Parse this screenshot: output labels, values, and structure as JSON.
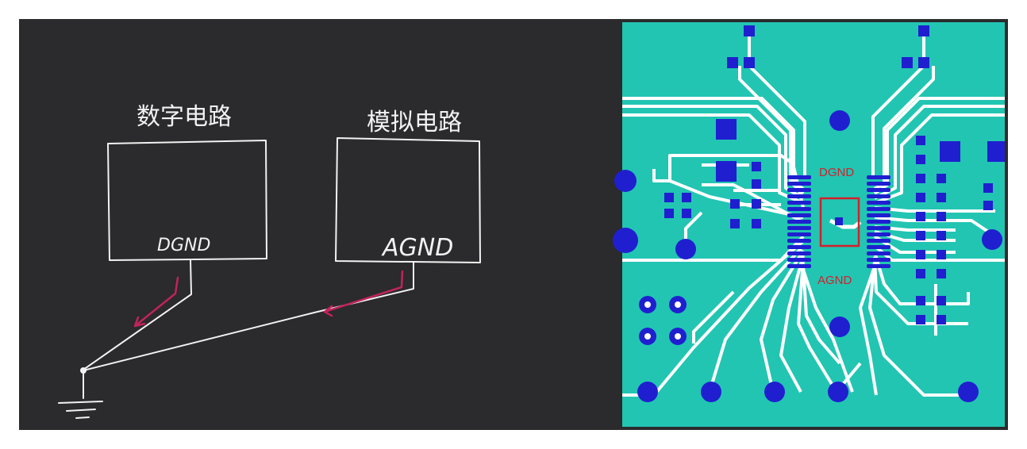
{
  "sketch": {
    "digital_title": "数字电路",
    "analog_title": "模拟电路",
    "digital_ground_label": "DGND",
    "analog_ground_label": "AGND"
  },
  "pcb": {
    "upper_label": "DGND",
    "lower_label": "AGND"
  },
  "colors": {
    "background": "#2b2a2c",
    "chalk": "#f2f2f2",
    "arrow": "#c0245a",
    "board": "#22c5b2",
    "trace": "#ffffff",
    "pad": "#1f1fd0",
    "highlight": "#d4202a"
  }
}
